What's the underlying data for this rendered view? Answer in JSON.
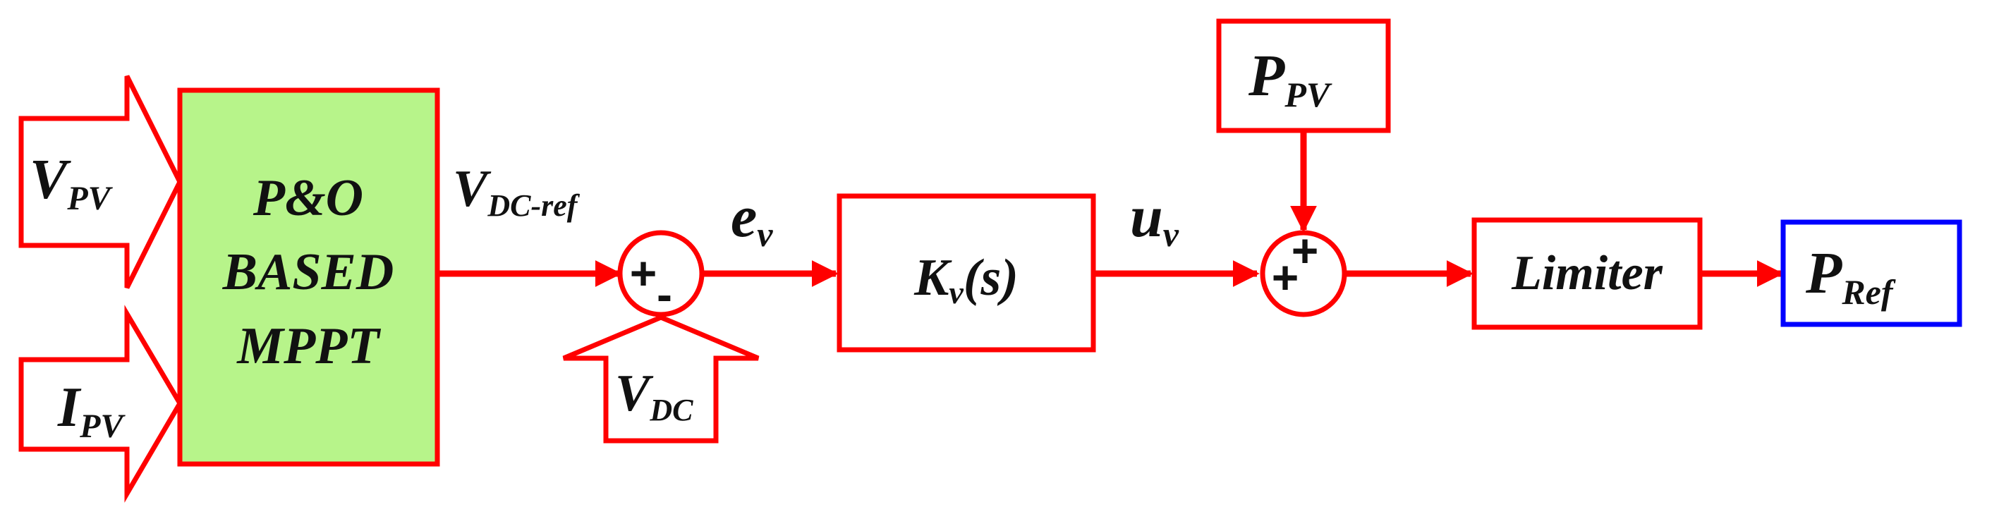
{
  "colors": {
    "line": "#ff0000",
    "mppt_fill": "#b7f48a",
    "output_border": "#0000ff",
    "text": "#111111"
  },
  "inputs": {
    "vpv": {
      "main": "V",
      "sub": "PV"
    },
    "ipv": {
      "main": "I",
      "sub": "PV"
    },
    "vdc": {
      "main": "V",
      "sub": "DC"
    },
    "ppv": {
      "main": "P",
      "sub": "PV"
    }
  },
  "blocks": {
    "mppt": {
      "line1": "P&O",
      "line2": "BASED",
      "line3": "MPPT"
    },
    "controller": {
      "main": "K",
      "sub": "v",
      "suffix": "(s)"
    },
    "limiter": {
      "label": "Limiter"
    },
    "output": {
      "main": "P",
      "sub": "Ref"
    }
  },
  "signals": {
    "vdc_ref": {
      "main": "V",
      "sub": "DC-ref"
    },
    "ev": {
      "main": "e",
      "sub": "v"
    },
    "uv": {
      "main": "u",
      "sub": "v"
    }
  },
  "summing_junctions": {
    "sum1": {
      "sign_left": "+",
      "sign_bottom": "-"
    },
    "sum2": {
      "sign_top": "+",
      "sign_left": "+"
    }
  }
}
